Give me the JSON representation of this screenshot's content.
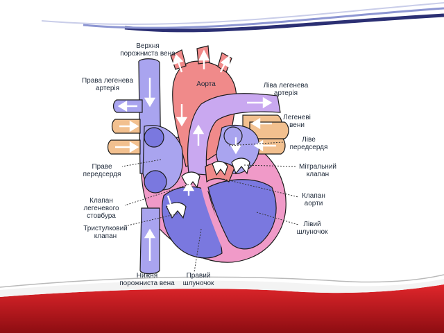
{
  "colors": {
    "background": "#ffffff",
    "top_wave_dark": "#2b2f73",
    "top_wave_mid": "#7a86c8",
    "bottom_red": "#c4161c",
    "bottom_dark_red": "#7d0b0f",
    "oxygen_poor": "#a9a4ef",
    "oxygen_rich": "#f08a8a",
    "pulmonary_vein": "#f2c08f",
    "heart_wall": "#f09ac8",
    "heart_outline": "#1b1b1b",
    "right_ventricle": "#7a78df",
    "left_ventricle": "#7a78df",
    "pulmonary_artery": "#c9a8f0",
    "arrow_color": "#ffffff"
  },
  "labels": {
    "svc": "Верхня\nпорожниста вена",
    "aorta": "Аорта",
    "right_pulmonary_artery": "Права легенева\nартерія",
    "left_pulmonary_artery": "Ліва легенева\nартерія",
    "pulmonary_veins": "Легеневі\nвени",
    "left_atrium": "Ліве\nпередсердя",
    "right_atrium": "Праве\nпередсердя",
    "mitral_valve": "Мітральний\nклапан",
    "pulmonary_valve": "Клапан\nлегеневого\nстовбура",
    "aortic_valve": "Клапан\nаорти",
    "tricuspid_valve": "Тристулковий\nклапан",
    "left_ventricle": "Лівий\nшлуночок",
    "ivc": "Нижня\nпорожниста вена",
    "right_ventricle": "Правий\nшлуночок"
  }
}
